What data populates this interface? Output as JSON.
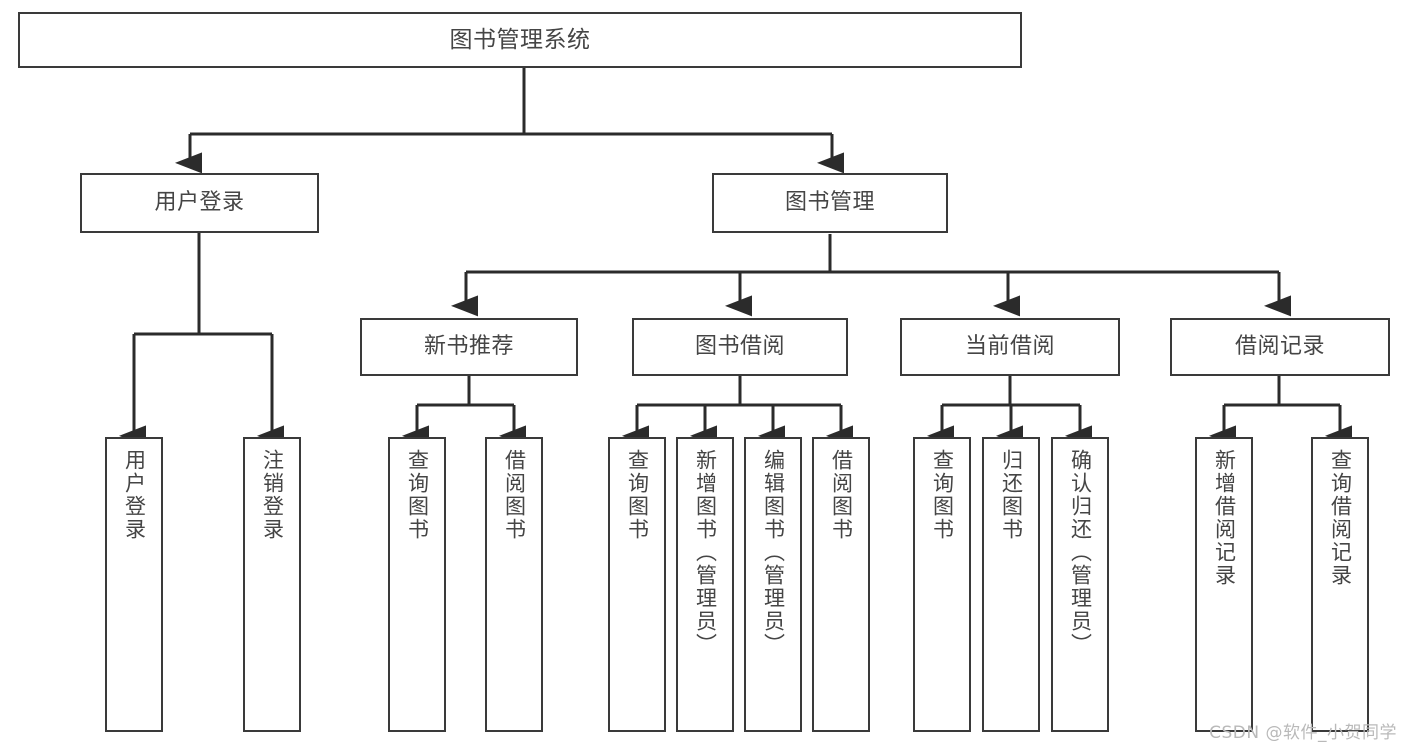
{
  "diagram": {
    "title": "图书管理系统",
    "type": "tree-hierarchy-chart",
    "colors": {
      "box_border": "#3a3a3a",
      "box_fill": "#ffffff",
      "text": "#454545",
      "edge": "#2b2b2b",
      "watermark": "#b9b9b9",
      "background": "#ffffff"
    },
    "root": {
      "label": "图书管理系统"
    },
    "level2": [
      {
        "id": "user-login",
        "label": "用户登录"
      },
      {
        "id": "book-management",
        "label": "图书管理"
      }
    ],
    "level3": [
      {
        "id": "new-book-recommend",
        "label": "新书推荐"
      },
      {
        "id": "book-borrow",
        "label": "图书借阅"
      },
      {
        "id": "current-borrow",
        "label": "当前借阅"
      },
      {
        "id": "borrow-record",
        "label": "借阅记录"
      }
    ],
    "leaves": {
      "user_login": [
        {
          "id": "leaf-user-login",
          "label": "用户登录"
        },
        {
          "id": "leaf-logout-login",
          "label": "注销登录"
        }
      ],
      "new_book_recommend": [
        {
          "id": "leaf-query-book-1",
          "label": "查询图书"
        },
        {
          "id": "leaf-borrow-book-1",
          "label": "借阅图书"
        }
      ],
      "book_borrow": [
        {
          "id": "leaf-query-book-2",
          "label": "查询图书"
        },
        {
          "id": "leaf-add-book",
          "label": "新增图书（管理员）"
        },
        {
          "id": "leaf-edit-book",
          "label": "编辑图书（管理员）"
        },
        {
          "id": "leaf-borrow-book-2",
          "label": "借阅图书"
        }
      ],
      "current_borrow": [
        {
          "id": "leaf-query-book-3",
          "label": "查询图书"
        },
        {
          "id": "leaf-return-book",
          "label": "归还图书"
        },
        {
          "id": "leaf-confirm-return",
          "label": "确认归还（管理员）"
        }
      ],
      "borrow_record": [
        {
          "id": "leaf-add-borrow-record",
          "label": "新增借阅记录"
        },
        {
          "id": "leaf-query-borrow-record",
          "label": "查询借阅记录"
        }
      ]
    },
    "watermark": "CSDN @软件_小贺同学"
  }
}
